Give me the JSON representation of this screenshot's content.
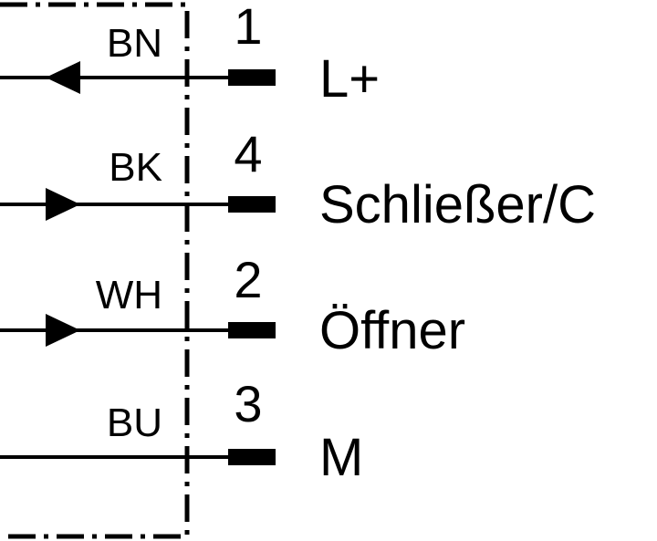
{
  "connections": [
    {
      "color_code": "BN",
      "pin": "1",
      "signal": "L+",
      "arrow": "out"
    },
    {
      "color_code": "BK",
      "pin": "4",
      "signal": "Schließer/C",
      "arrow": "in"
    },
    {
      "color_code": "WH",
      "pin": "2",
      "signal": "Öffner",
      "arrow": "in"
    },
    {
      "color_code": "BU",
      "pin": "3",
      "signal": "M",
      "arrow": "none"
    }
  ]
}
